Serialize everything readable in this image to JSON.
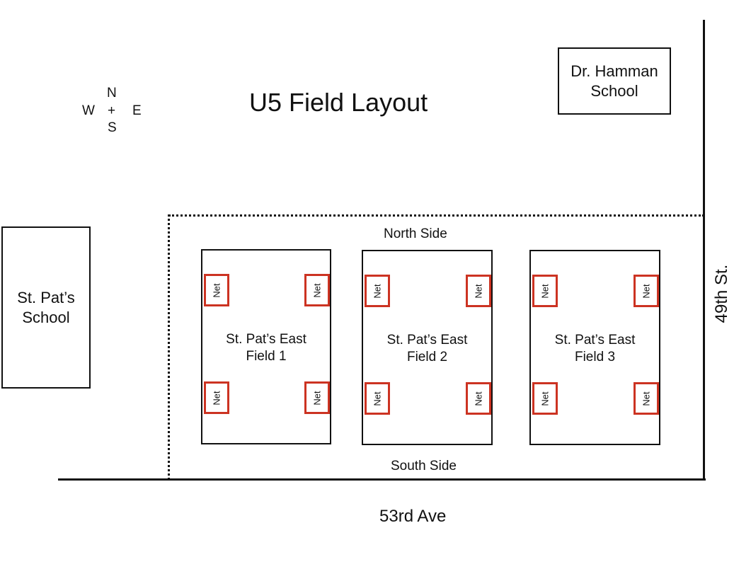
{
  "title": "U5 Field Layout",
  "compass": {
    "north": "N",
    "south": "S",
    "east": "E",
    "west": "W",
    "center": "+"
  },
  "buildings": {
    "dr_hamman": {
      "line1": "Dr. Hamman",
      "line2": "School"
    },
    "st_pats": {
      "line1": "St. Pat’s",
      "line2": "School"
    }
  },
  "sides": {
    "north": "North Side",
    "south": "South Side"
  },
  "roads": {
    "bottom": "53rd Ave",
    "right": "49th St."
  },
  "fields": [
    {
      "line1": "St. Pat’s East",
      "line2": "Field 1"
    },
    {
      "line1": "St. Pat’s East",
      "line2": "Field 2"
    },
    {
      "line1": "St. Pat’s East",
      "line2": "Field 3"
    }
  ],
  "net_label": "Net",
  "colors": {
    "net_border": "#cc3322",
    "lines": "#111111",
    "background": "#ffffff"
  }
}
